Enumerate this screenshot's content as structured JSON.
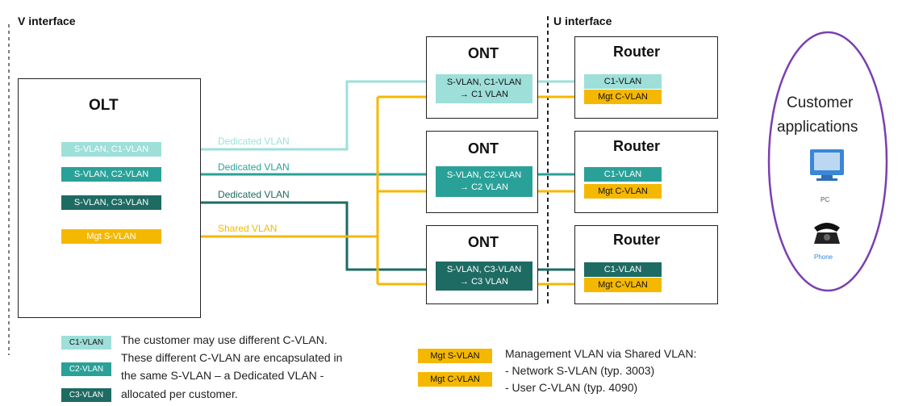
{
  "v_interface": "V interface",
  "u_interface": "U interface",
  "olt": {
    "title": "OLT",
    "tags": [
      "S-VLAN, C1-VLAN",
      "S-VLAN, C2-VLAN",
      "S-VLAN, C3-VLAN",
      "Mgt S-VLAN"
    ]
  },
  "links": [
    "Dedicated VLAN",
    "Dedicated VLAN",
    "Dedicated VLAN",
    "Shared VLAN"
  ],
  "onts": [
    {
      "title": "ONT",
      "line1": "S-VLAN, C1-VLAN",
      "line2": "→ C1 VLAN"
    },
    {
      "title": "ONT",
      "line1": "S-VLAN, C2-VLAN",
      "line2": "→ C2 VLAN"
    },
    {
      "title": "ONT",
      "line1": "S-VLAN, C3-VLAN",
      "line2": "→ C3 VLAN"
    }
  ],
  "routers": [
    {
      "title": "Router",
      "cvlan": "C1-VLAN",
      "mgt": "Mgt C-VLAN"
    },
    {
      "title": "Router",
      "cvlan": "C1-VLAN",
      "mgt": "Mgt C-VLAN"
    },
    {
      "title": "Router",
      "cvlan": "C1-VLAN",
      "mgt": "Mgt C-VLAN"
    }
  ],
  "customer": {
    "line1": "Customer",
    "line2": "applications",
    "pc": "PC",
    "phone": "Phone"
  },
  "legend": {
    "left_tags": [
      "C1-VLAN",
      "C2-VLAN",
      "C3-VLAN"
    ],
    "left_text": [
      "The customer may use different C-VLAN.",
      "These different C-VLAN are encapsulated in",
      "the same S-VLAN – a Dedicated VLAN -",
      "allocated per customer."
    ],
    "right_tags": [
      "Mgt S-VLAN",
      "Mgt C-VLAN"
    ],
    "right_text": [
      "Management VLAN via Shared VLAN:",
      "- Network S-VLAN (typ. 3003)",
      "- User C-VLAN (typ. 4090)"
    ]
  },
  "colors": {
    "c1": "#9edfd9",
    "c2": "#2aa198",
    "c3": "#1e6b63",
    "mgt": "#f5b800",
    "purple": "#7b3fb0"
  }
}
